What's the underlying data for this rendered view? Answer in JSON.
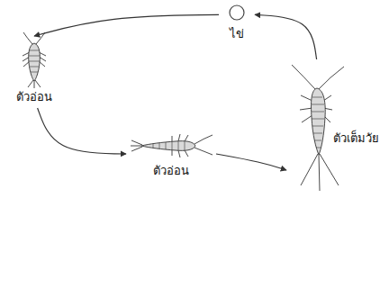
{
  "diagram": {
    "nodes": [
      {
        "text": [
          "ไข่"
        ]
      },
      {
        "text": [
          "ตัวอ่อน"
        ]
      },
      {
        "text": [
          "ตัวอ่อน"
        ]
      },
      {
        "text": [
          "ตัวเต็มวัย"
        ]
      }
    ],
    "edges": [
      {
        "from": 0,
        "to": 1,
        "arrow": "to"
      },
      {
        "from": 1,
        "to": 2,
        "arrow": "to"
      },
      {
        "from": 2,
        "to": 3,
        "arrow": "to"
      },
      {
        "from": 3,
        "to": 0,
        "arrow": "to"
      }
    ]
  }
}
